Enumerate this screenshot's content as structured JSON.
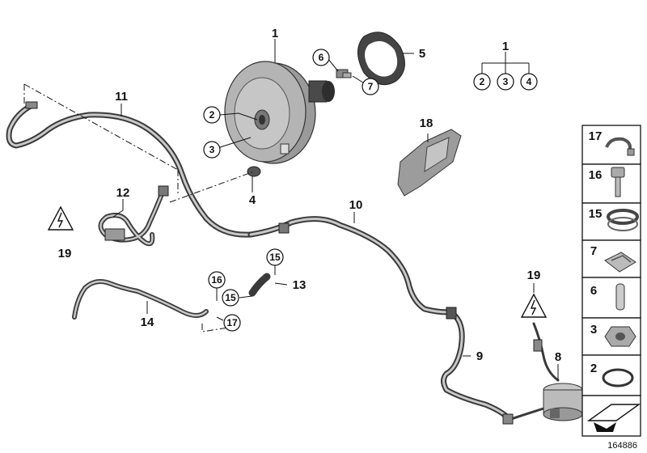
{
  "callouts": {
    "booster": "1",
    "booster_group": "1",
    "sub_2": "2",
    "sub_3": "3",
    "sub_4": "4",
    "gasket_5": "5",
    "pin_6": "6",
    "clip_7": "7",
    "pump_8": "8",
    "hose_9": "9",
    "hose_10": "10",
    "hose_11": "11",
    "hose_12": "12",
    "hose_13": "13",
    "hose_14": "14",
    "circ_15a": "15",
    "circ_15b": "15",
    "circ_16": "16",
    "circ_17": "17",
    "bracket_18": "18",
    "warn_19a": "19",
    "warn_19b": "19",
    "group_2": "2",
    "group_3": "3",
    "group_4": "4",
    "circ_2": "2",
    "circ_3": "3",
    "circ_7": "7",
    "circ_6": "6"
  },
  "parts_panel": [
    "17",
    "16",
    "15",
    "7",
    "6",
    "3",
    "2"
  ],
  "drawing_number": "164886"
}
